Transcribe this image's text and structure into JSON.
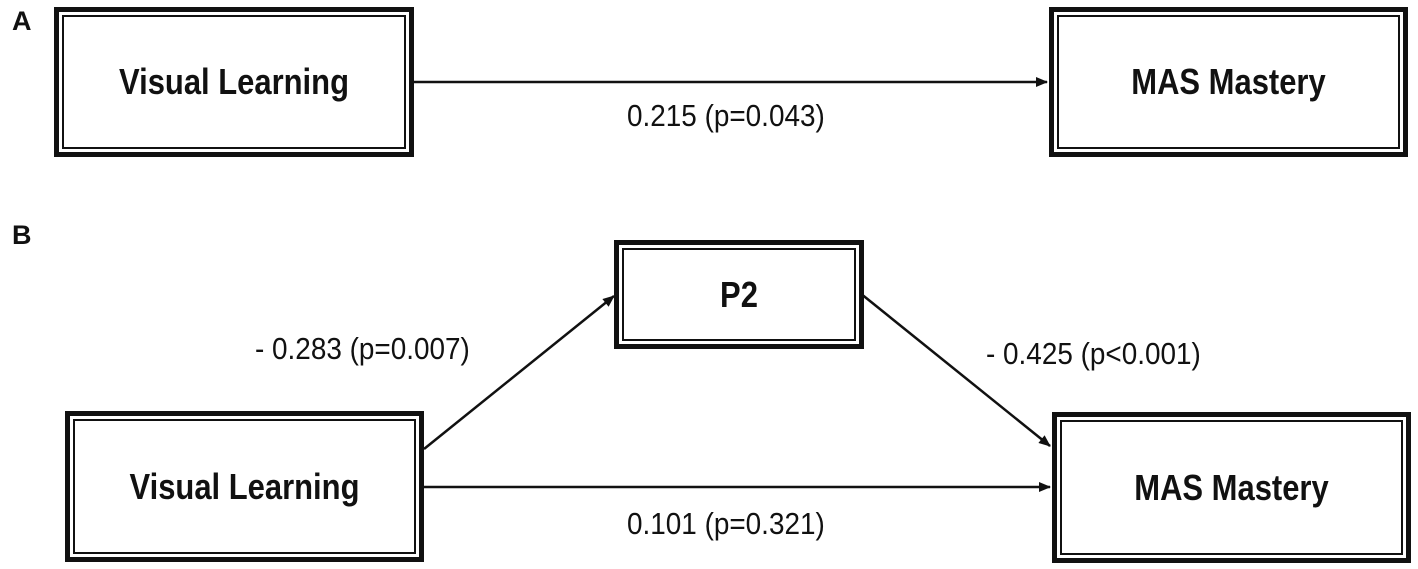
{
  "panels": {
    "a": {
      "label": "A",
      "predictor": "Visual Learning",
      "outcome": "MAS Mastery",
      "total_effect": "0.215 (p=0.043)"
    },
    "b": {
      "label": "B",
      "predictor": "Visual Learning",
      "mediator": "P2",
      "outcome": "MAS Mastery",
      "path_a": "- 0.283 (p=0.007)",
      "path_b": "- 0.425 (p<0.001)",
      "direct_effect": "0.101 (p=0.321)"
    }
  },
  "colors": {
    "ink": "#111111",
    "background": "#ffffff"
  }
}
